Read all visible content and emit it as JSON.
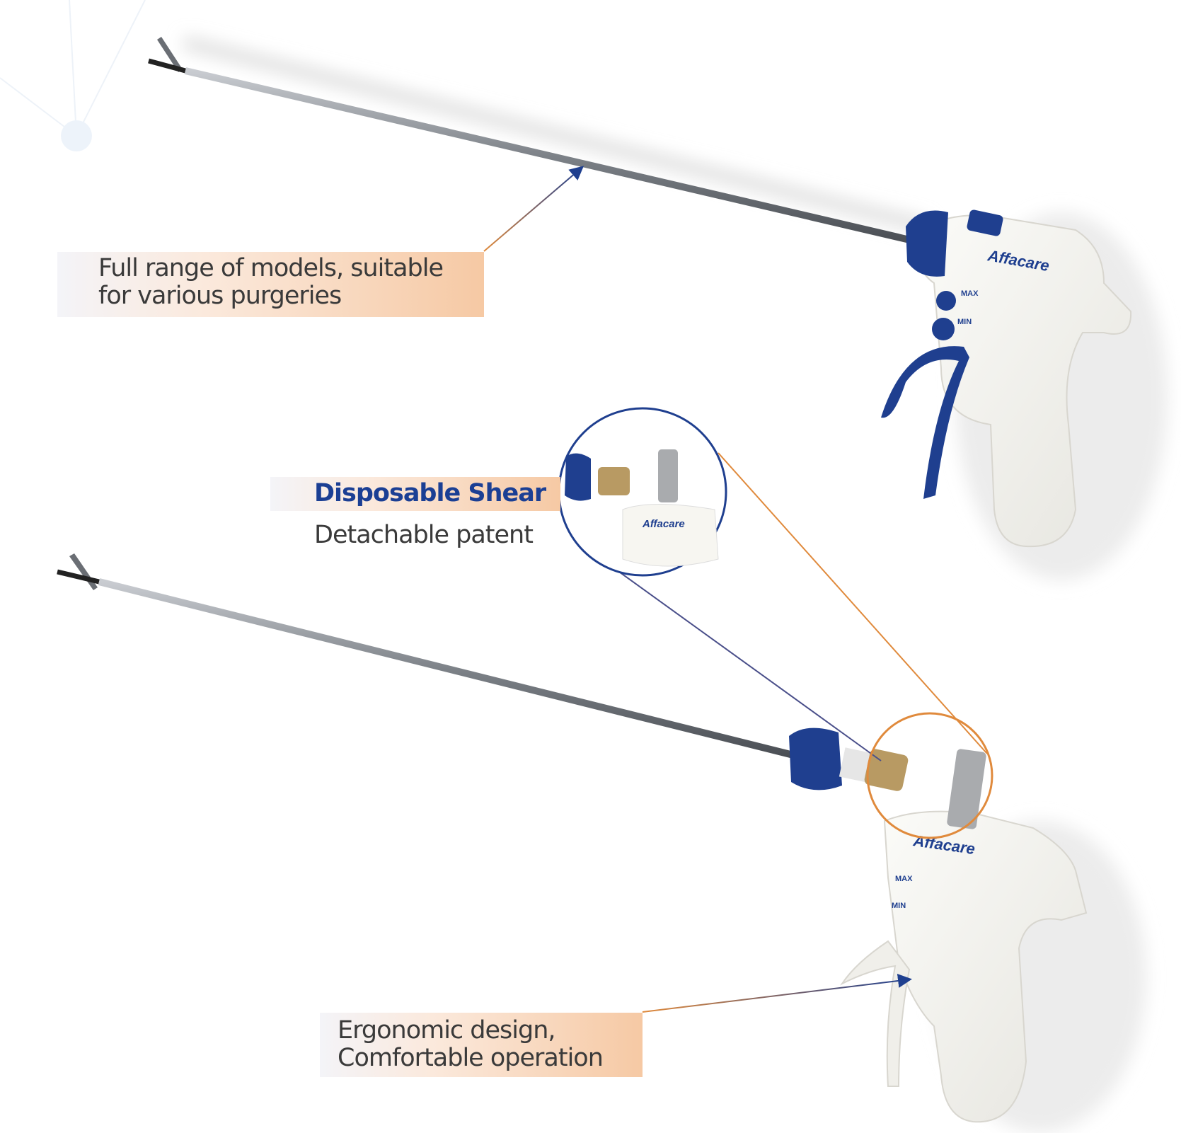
{
  "callouts": {
    "models": {
      "line1": "Full range of models, suitable",
      "line2": "for various purgeries"
    },
    "shear": {
      "title": "Disposable Shear",
      "subtitle": "Detachable patent"
    },
    "ergonomic": {
      "line1": "Ergonomic design,",
      "line2": "Comfortable operation"
    }
  },
  "device": {
    "brand": "Affacare",
    "max_label": "MAX",
    "min_label": "MIN"
  },
  "colors": {
    "brand_blue": "#1f3f8f",
    "accent_orange": "#e08a3c",
    "label_gradient_end": "#f6c9a4",
    "text_dark": "#3a3a3a"
  }
}
